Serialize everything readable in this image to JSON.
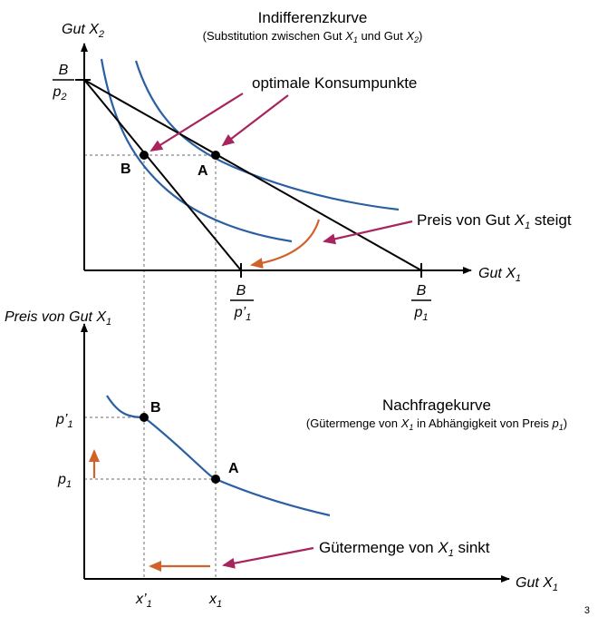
{
  "top_diagram": {
    "title": "Indifferenzkurve",
    "subtitle": {
      "prefix": "(Substitution zwischen Gut ",
      "var1": "X",
      "sub1": "1",
      "middle": " und Gut ",
      "var2": "X",
      "sub2": "2",
      "suffix": ")"
    },
    "y_axis_label": {
      "text": "Gut X",
      "sub": "2"
    },
    "x_axis_label": {
      "text": "Gut X",
      "sub": "1"
    },
    "y_intercept_label": {
      "num": "B",
      "den": "p",
      "den_sub": "2"
    },
    "x_intercept_new_label": {
      "num": "B",
      "den": "p’",
      "den_sub": "1"
    },
    "x_intercept_old_label": {
      "num": "B",
      "den": "p",
      "den_sub": "1"
    },
    "point_a": "A",
    "point_b": "B",
    "annotation_optimal": "optimale Konsumpunkte",
    "annotation_price": {
      "prefix": "Preis von Gut ",
      "var": "X",
      "sub": "1",
      "suffix": " steigt"
    }
  },
  "bottom_diagram": {
    "title": "Nachfragekurve",
    "subtitle": {
      "prefix": "(Gütermenge von ",
      "var1": "X",
      "sub1": "1",
      "middle": " in Abhängigkeit von Preis ",
      "var2": "p",
      "sub2": "1",
      "suffix": ")"
    },
    "y_axis_label": {
      "text": "Preis von Gut X",
      "sub": "1"
    },
    "x_axis_label": {
      "text": "Gut X",
      "sub": "1"
    },
    "p_new_label": {
      "text": "p’",
      "sub": "1"
    },
    "p_old_label": {
      "text": "p",
      "sub": "1"
    },
    "x_new_label": {
      "text": "x’",
      "sub": "1"
    },
    "x_old_label": {
      "text": "x",
      "sub": "1"
    },
    "point_a": "A",
    "point_b": "B",
    "annotation_quantity": {
      "prefix": "Gütermenge von ",
      "var": "X",
      "sub": "1",
      "suffix": " sinkt"
    }
  },
  "page_number": "3",
  "colors": {
    "curve": "#2b5fa3",
    "arrow_annotation": "#a8245e",
    "arrow_change": "#d0622a",
    "axis": "#000000",
    "guide": "#888888"
  }
}
